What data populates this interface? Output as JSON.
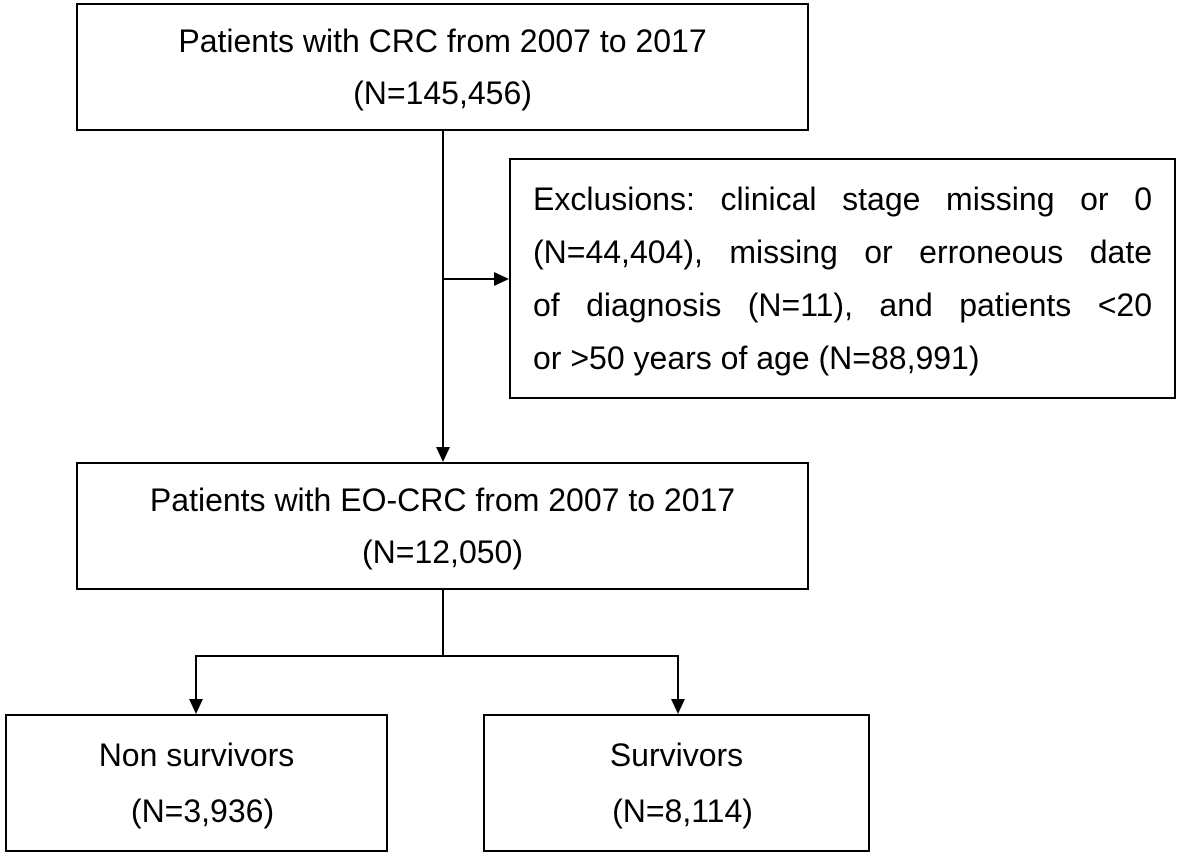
{
  "boxes": {
    "top": {
      "line1": "Patients with CRC from 2007 to 2017",
      "line2": "(N=145,456)"
    },
    "exclusions": {
      "line1": "Exclusions: clinical stage missing or 0",
      "line2": "(N=44,404), missing or erroneous date",
      "line3": "of diagnosis (N=11), and patients <20",
      "line4": "or >50 years of age (N=88,991)"
    },
    "middle": {
      "line1": "Patients with EO-CRC from 2007 to 2017",
      "line2": "(N=12,050)"
    },
    "non_survivors": {
      "line1": "Non survivors",
      "line2": "(N=3,936)"
    },
    "survivors": {
      "line1": "Survivors",
      "line2": "(N=8,114)"
    }
  }
}
